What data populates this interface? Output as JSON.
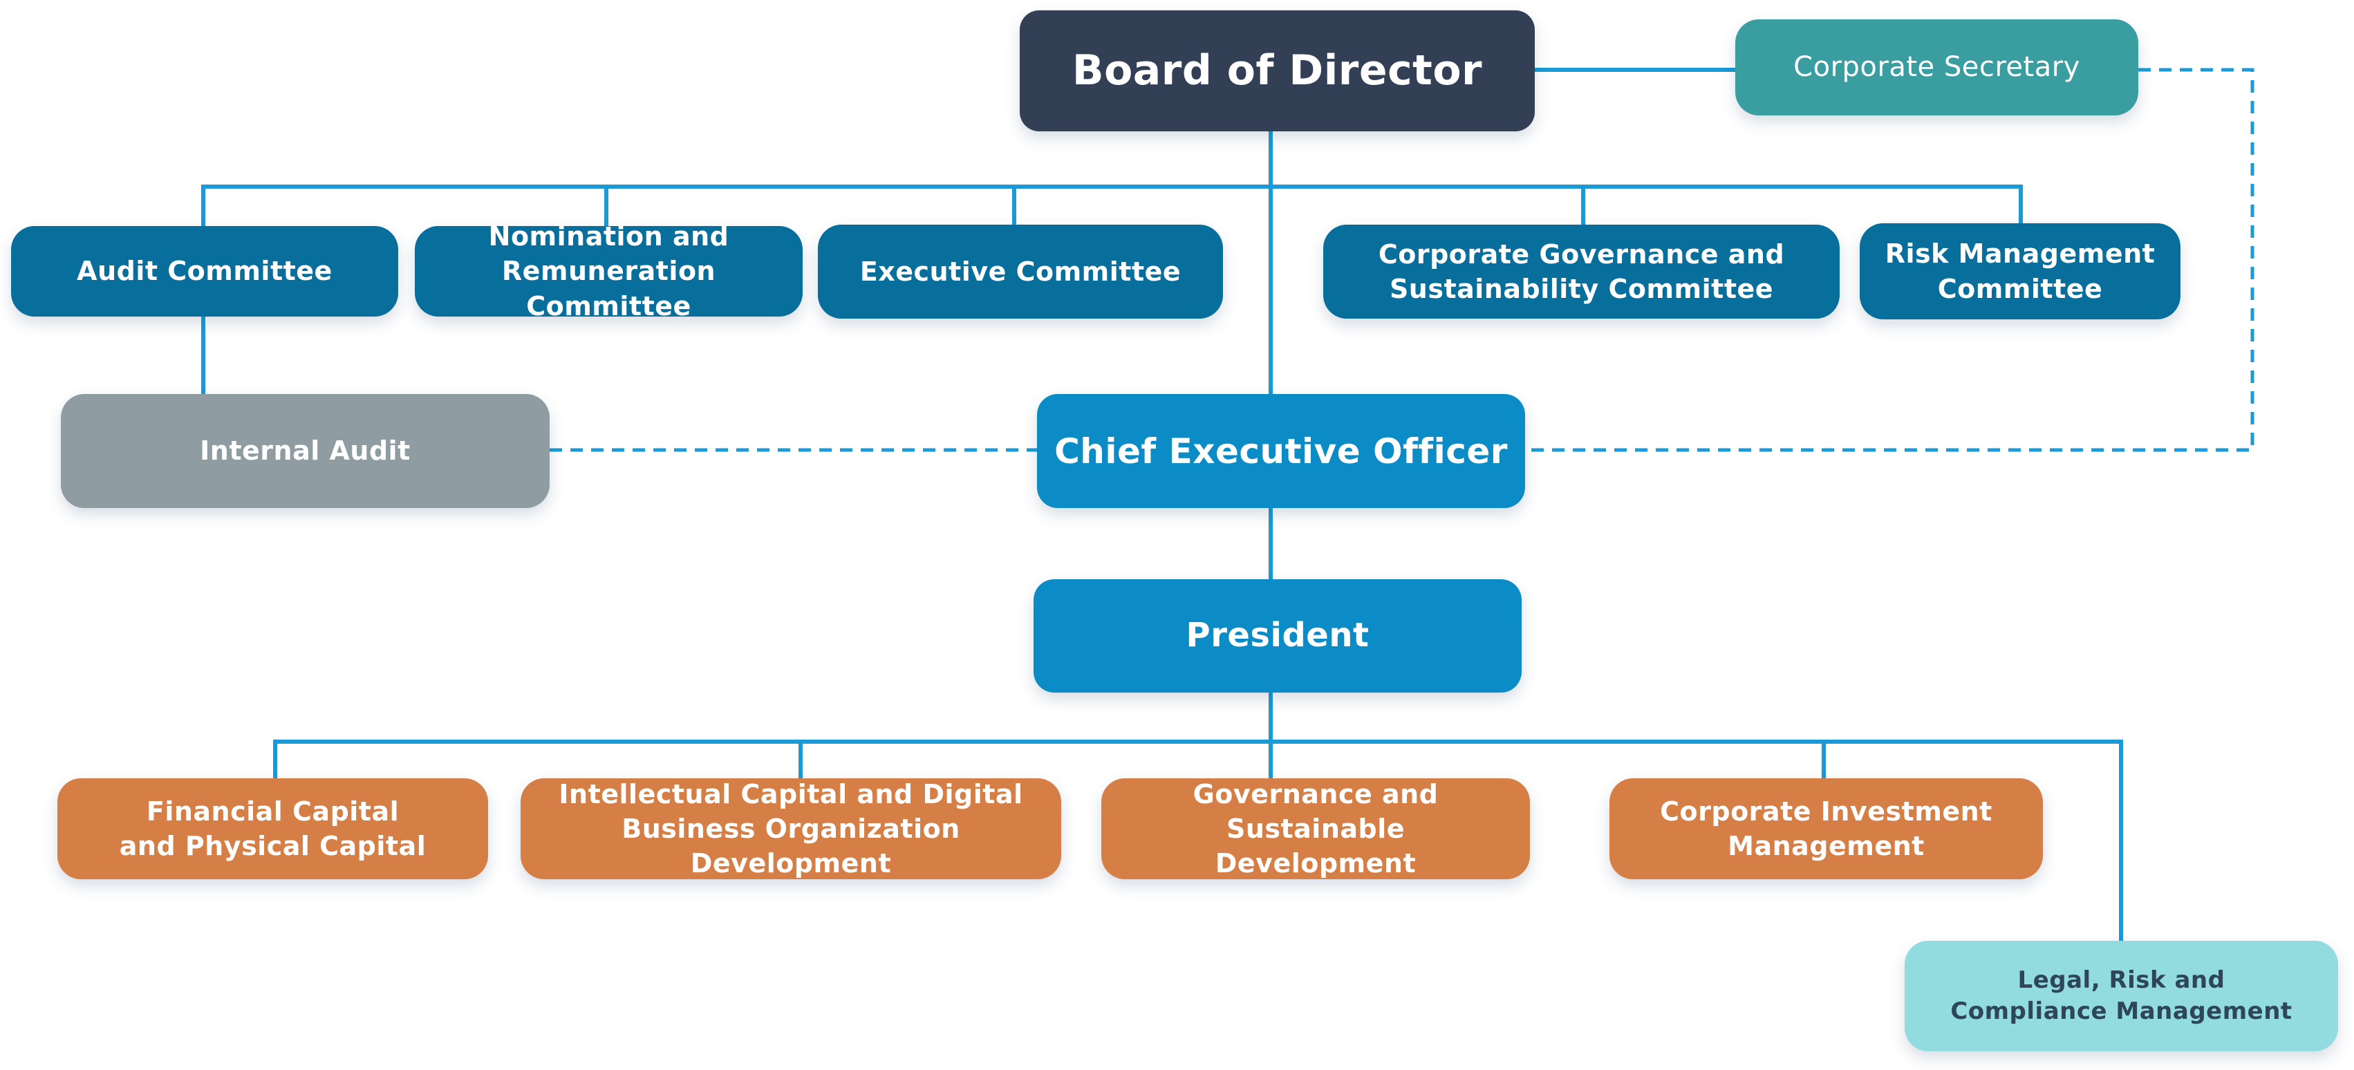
{
  "board": "Board of Director",
  "corporate_secretary": "Corporate Secretary",
  "committees": [
    "Audit Committee",
    "Nomination and\nRemuneration Committee",
    "Executive Committee",
    "Corporate Governance and\nSustainability Committee",
    "Risk Management\nCommittee"
  ],
  "internal_audit": "Internal Audit",
  "ceo": "Chief Executive Officer",
  "president": "President",
  "functions": [
    "Financial Capital\nand Physical Capital",
    "Intellectual Capital and Digital\nBusiness Organization Development",
    "Governance and Sustainable\nDevelopment",
    "Corporate Investment\nManagement"
  ],
  "legal": "Legal, Risk and\nCompliance Management",
  "colors": {
    "connector": "#1a9ad6",
    "board": "#323f55",
    "committee": "#086e9c",
    "executive": "#0b8cc6",
    "internal_audit": "#8f9ca1",
    "corporate_secretary": "#3a9ea0",
    "function": "#d57f46",
    "legal": "#92dcdf"
  }
}
